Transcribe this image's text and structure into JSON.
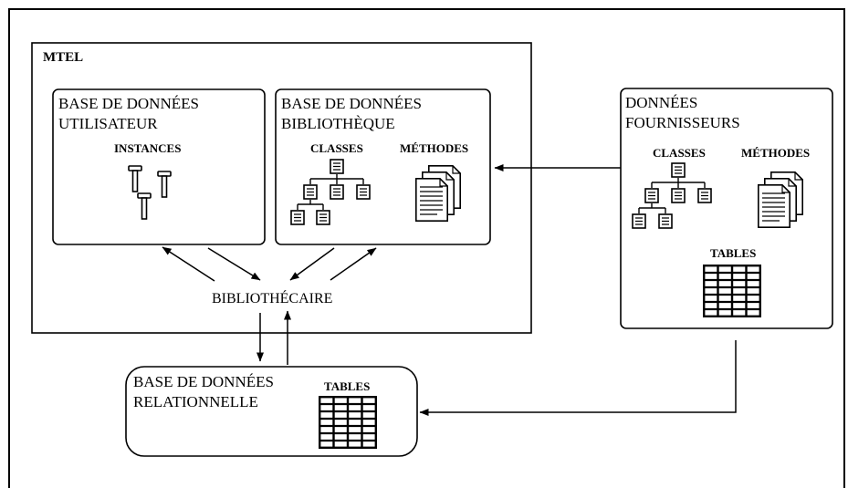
{
  "colors": {
    "ink": "#000000",
    "background": "#ffffff"
  },
  "icons": {
    "instance": "pin-icon",
    "class": "class-node-icon",
    "methods": "document-stack-icon",
    "table": "table-grid-icon",
    "arrow": "arrow-icon"
  },
  "mtel": {
    "label": "MTEL"
  },
  "user_database": {
    "title_line1": "BASE DE DONNÉES",
    "title_line2": "UTILISATEUR",
    "instances_label": "INSTANCES"
  },
  "library_database": {
    "title_line1": "BASE DE DONNÉES",
    "title_line2": "BIBLIOTHÈQUE",
    "classes_label": "CLASSES",
    "methods_label": "MÉTHODES"
  },
  "supplier_data": {
    "title_line1": "DONNÉES",
    "title_line2": "FOURNISSEURS",
    "classes_label": "CLASSES",
    "methods_label": "MÉTHODES",
    "tables_label": "TABLES"
  },
  "librarian": {
    "label": "BIBLIOTHÉCAIRE"
  },
  "relational_database": {
    "title_line1": "BASE DE DONNÉES",
    "title_line2": "RELATIONNELLE",
    "tables_label": "TABLES"
  }
}
